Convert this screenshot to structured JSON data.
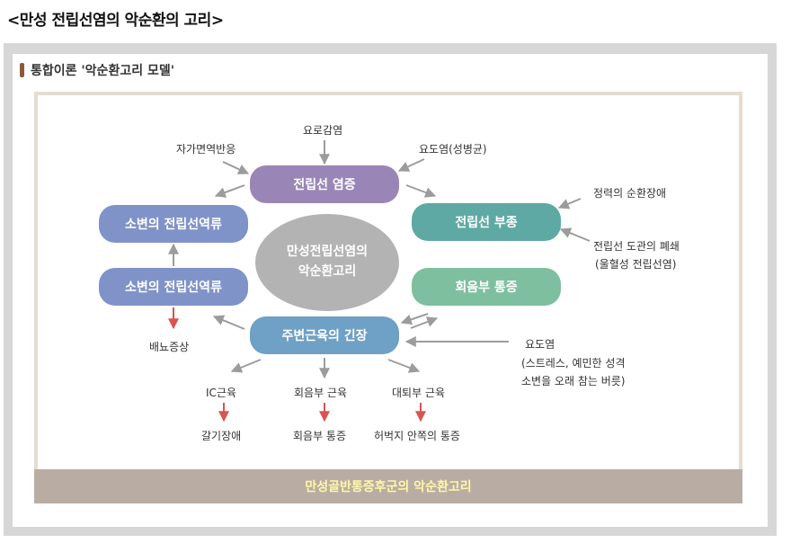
{
  "page_title": "<만성 전립선염의 악순환의 고리>",
  "section_title": "통합이론 '악순환고리 모델'",
  "center": {
    "line1": "만성전립선염의",
    "line2": "악순환고리"
  },
  "nodes": {
    "prostatitis": "전립선 염증",
    "reflux_upper": "소변의 전립선역류",
    "reflux_lower": "소변의 전립선역류",
    "swelling": "전립선 부종",
    "perineum": "회음부 통증",
    "tension": "주변근육의 긴장"
  },
  "labels": {
    "uti": "요로감염",
    "autoimmune": "자가면역반응",
    "urethritis": "요도염(성병균)",
    "sperm": "정력의 순환장애",
    "duct_line1": "전립선 도관의 폐쇄",
    "duct_line2": "(울혈성 전립선염)",
    "urination": "배뇨증상",
    "urethritis2_line1": "요도염",
    "urethritis2_line2": "(스트레스, 예민한 성격",
    "urethritis2_line3": "소변을 오래 참는 버릇)",
    "ic_muscle": "IC근육",
    "perineum_muscle": "회음부 근육",
    "adductor_muscle": "대퇴부 근육",
    "ic_symptom": "갈기장애",
    "perineum_symptom": "회음부 통증",
    "thigh_symptom": "허벅지 안쪽의 통증"
  },
  "footer": "만성골반통증후군의 악순환고리",
  "colors": {
    "purple": "#9a86b6",
    "blue": "#7f93c8",
    "teal": "#5fa9a4",
    "green": "#7ebfa0",
    "steel": "#6fa0c6",
    "center_gray": "#b3b3b3",
    "arrow_gray": "#9c9c9c",
    "arrow_red": "#d9534f",
    "footer_bg": "#b9ada3",
    "footer_text": "#fff7a8",
    "frame_gray": "#d7d7d7",
    "diagram_border": "#e5ddd2"
  }
}
